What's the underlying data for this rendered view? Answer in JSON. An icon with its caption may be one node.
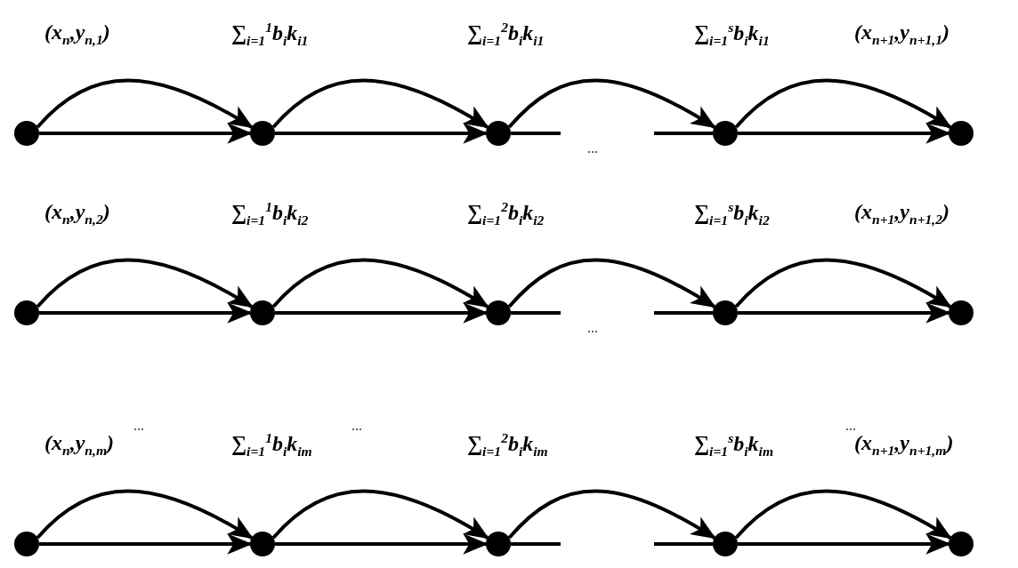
{
  "diagram": {
    "nodes": [
      {
        "text": [],
        "shape": "circle",
        "beside": [
          "(x$_{n}$,y$_{n,1}$)"
        ]
      },
      {
        "text": [],
        "shape": "circle",
        "beside": [
          "∑$_{i=1}$$^{1}$b$_{i}$k$_{i1}$"
        ]
      },
      {
        "text": [],
        "shape": "circle",
        "beside": [
          "∑$_{i=1}$$^{2}$b$_{i}$k$_{i1}$"
        ]
      },
      {
        "text": [],
        "shape": "circle",
        "beside": [
          "∑$_{i=1}$$^{s}$b$_{i}$k$_{i1}$"
        ]
      },
      {
        "text": [],
        "shape": "circle",
        "beside": [
          "(x$_{n+1}$,y$_{n+1,1}$)"
        ]
      },
      {
        "text": [],
        "shape": "circle",
        "beside": [
          "(x$_{n}$,y$_{n,2}$)"
        ]
      },
      {
        "text": [],
        "shape": "circle",
        "beside": [
          "∑$_{i=1}$$^{1}$b$_{i}$k$_{i2}$"
        ]
      },
      {
        "text": [],
        "shape": "circle",
        "beside": [
          "∑$_{i=1}$$^{2}$b$_{i}$k$_{i2}$"
        ]
      },
      {
        "text": [],
        "shape": "circle",
        "beside": [
          "∑$_{i=1}$$^{s}$b$_{i}$k$_{i2}$"
        ]
      },
      {
        "text": [],
        "shape": "circle",
        "beside": [
          "(x$_{n+1}$,y$_{n+1,2}$)"
        ]
      },
      {
        "text": [],
        "shape": "circle",
        "beside": [
          "(x$_{n}$,y$_{n,m}$)"
        ]
      },
      {
        "text": [],
        "shape": "circle",
        "beside": [
          "∑$_{i=1}$$^{1}$b$_{i}$k$_{im}$"
        ]
      },
      {
        "text": [],
        "shape": "circle",
        "beside": [
          "∑$_{i=1}$$^{2}$b$_{i}$k$_{im}$"
        ]
      },
      {
        "text": [],
        "shape": "circle",
        "beside": [
          "∑$_{i=1}$$^{s}$b$_{i}$k$_{im}$"
        ]
      },
      {
        "text": [],
        "shape": "circle",
        "beside": [
          "(x$_{n+1}$,y$_{n+1,m}$)"
        ]
      }
    ],
    "edges": [
      {
        "from": 0,
        "to": 1,
        "arrow": "to"
      },
      {
        "from": 0,
        "to": 1,
        "arrow": "to"
      },
      {
        "from": 1,
        "to": 2,
        "arrow": "to"
      },
      {
        "from": 1,
        "to": 2,
        "arrow": "to"
      },
      {
        "from": 2,
        "to": null,
        "arrow": "none"
      },
      {
        "from": null,
        "to": 3,
        "arrow": "none"
      },
      {
        "from": 2,
        "to": 3,
        "arrow": "to"
      },
      {
        "from": 3,
        "to": 4,
        "arrow": "to"
      },
      {
        "from": 3,
        "to": 4,
        "arrow": "to"
      },
      {
        "from": 5,
        "to": 6,
        "arrow": "to"
      },
      {
        "from": 5,
        "to": 6,
        "arrow": "to"
      },
      {
        "from": 6,
        "to": 7,
        "arrow": "to"
      },
      {
        "from": 6,
        "to": 7,
        "arrow": "to"
      },
      {
        "from": 7,
        "to": null,
        "arrow": "none"
      },
      {
        "from": null,
        "to": 8,
        "arrow": "none"
      },
      {
        "from": 7,
        "to": 8,
        "arrow": "to"
      },
      {
        "from": 8,
        "to": 9,
        "arrow": "to"
      },
      {
        "from": 8,
        "to": 9,
        "arrow": "to"
      },
      {
        "from": 10,
        "to": 11,
        "arrow": "to"
      },
      {
        "from": 10,
        "to": 11,
        "arrow": "to"
      },
      {
        "from": 11,
        "to": 12,
        "arrow": "to"
      },
      {
        "from": 11,
        "to": 12,
        "arrow": "to"
      },
      {
        "from": 12,
        "to": null,
        "arrow": "none"
      },
      {
        "from": null,
        "to": 13,
        "arrow": "none"
      },
      {
        "from": 12,
        "to": 13,
        "arrow": "to"
      },
      {
        "from": 13,
        "to": 14,
        "arrow": "to"
      },
      {
        "from": 13,
        "to": 14,
        "arrow": "to"
      }
    ],
    "labels": [
      "...",
      "...",
      "...",
      "...",
      "..."
    ]
  }
}
